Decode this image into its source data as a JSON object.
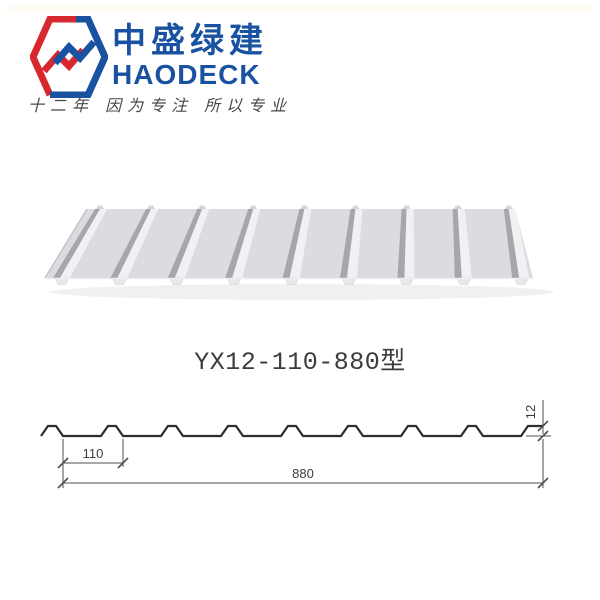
{
  "page": {
    "background": "#ffffff"
  },
  "brand": {
    "name_cn": "中盛绿建",
    "name_en": "HAODECK",
    "tagline": "十二年 因为专注 所以专业",
    "colors": {
      "red": "#d7282f",
      "blue": "#1a52a2"
    }
  },
  "product": {
    "model_label": "YX12-110-880型",
    "render": {
      "type": "corrugated-steel-sheet-3d",
      "rib_count": 9,
      "colors": {
        "panel": "#dcdbdf",
        "rib_shadow": "#a8a6ac",
        "rib_highlight": "#f1f1f3",
        "edge_bump": "#e8e8eb",
        "back_notch": "#d6d5da",
        "left_edge": "#c5c4ca",
        "drop_shadow": "#f0f0f1"
      }
    }
  },
  "drawing": {
    "type": "profile-cross-section",
    "rib_count": 9,
    "dims": {
      "pitch": "110",
      "overall_width": "880",
      "height": "12"
    },
    "line_color": "#2e2e2e",
    "dim_color": "#4f4f4f"
  }
}
